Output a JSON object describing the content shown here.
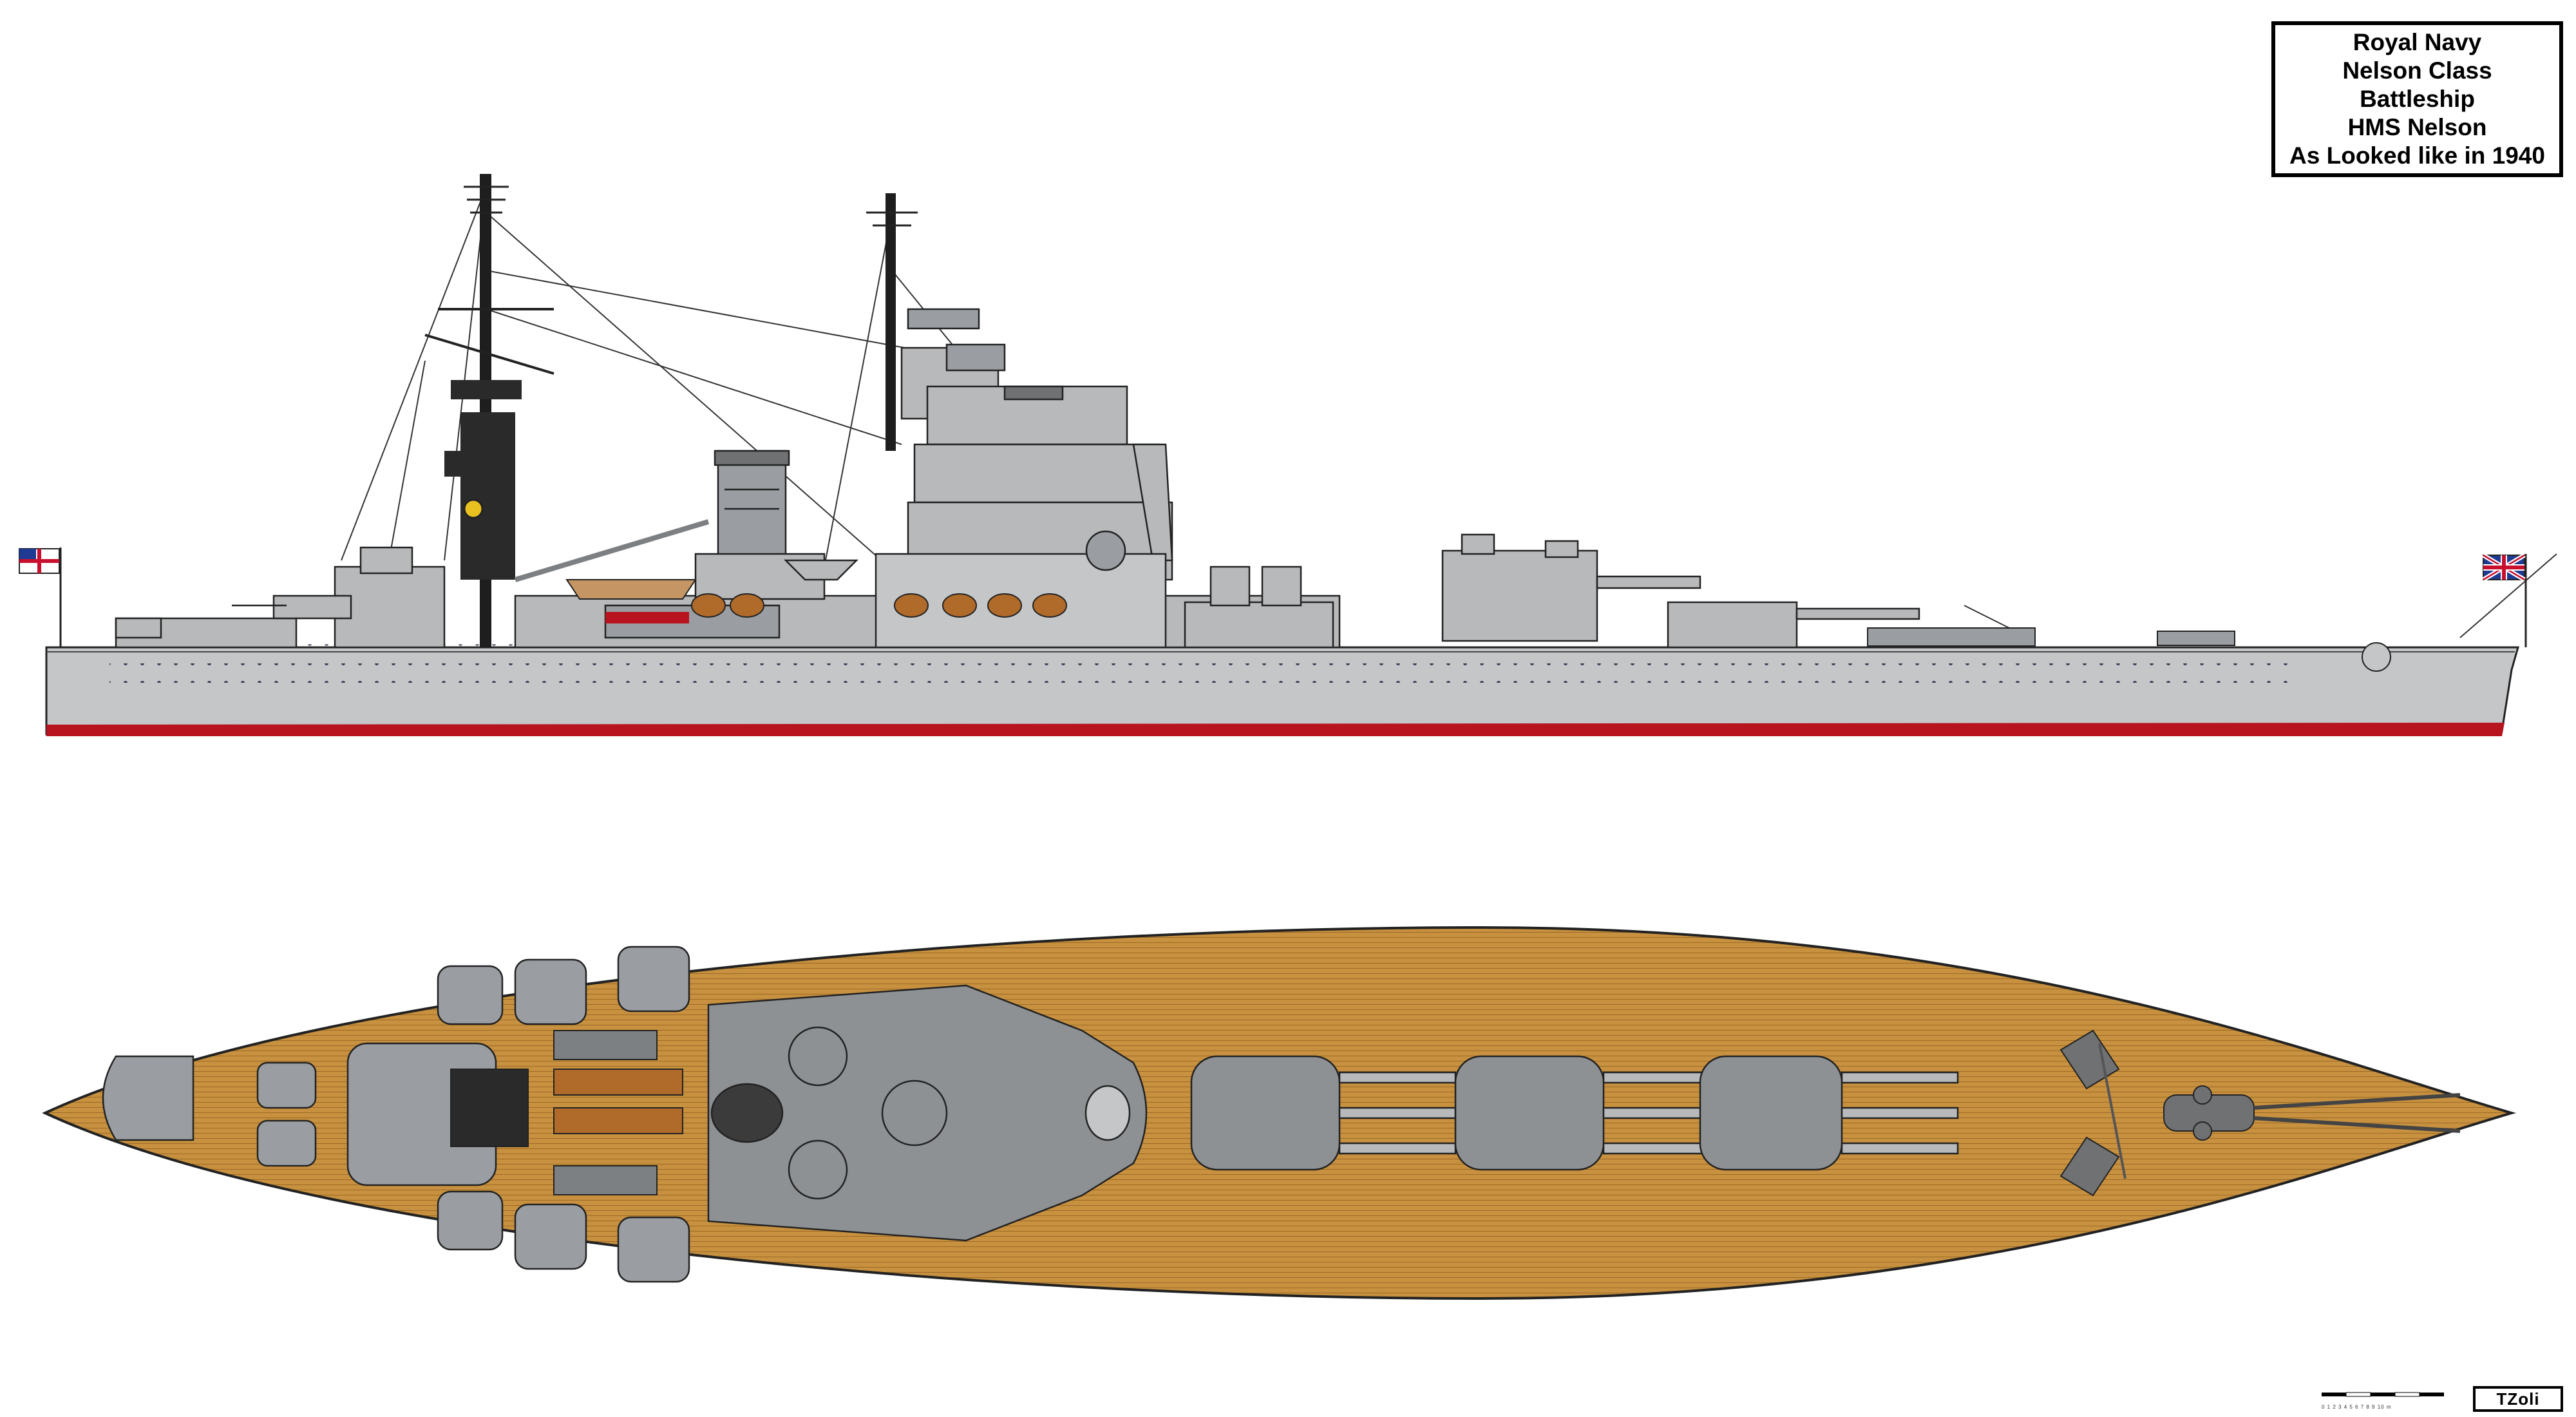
{
  "title_block": {
    "lines": [
      "Royal Navy",
      "Nelson Class",
      "Battleship",
      "HMS Nelson",
      "As Looked like in 1940"
    ]
  },
  "scale_bar": {
    "label": "0 1 2 3 4 5 6 7 8 9 10 m"
  },
  "signature": "TZoli",
  "colors": {
    "hull_grey": "#c4c6c8",
    "superstructure_grey": "#b7b9bb",
    "dark_grey": "#6f7173",
    "boot_topping": "#b81420",
    "deck_wood": "#c8913f",
    "outline": "#222222"
  }
}
